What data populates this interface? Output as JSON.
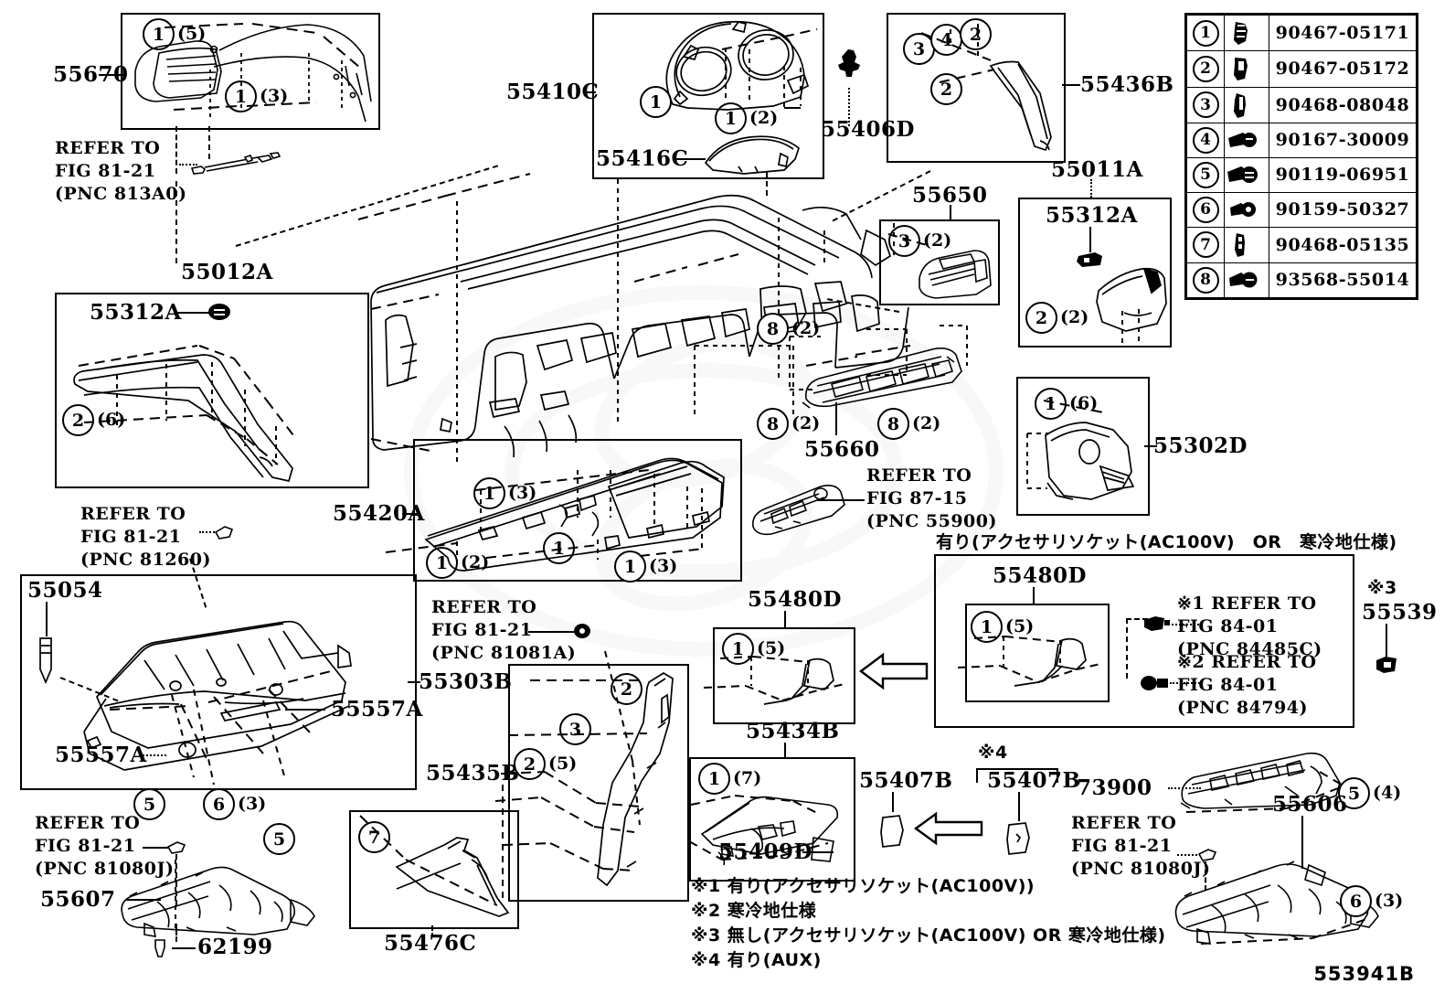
{
  "figure": {
    "number": "553941B",
    "title": "Instrument Panel & Glove Compartment"
  },
  "legend": {
    "rows": [
      {
        "ref": "1",
        "icon": "clip-icon",
        "part_no": "90467-05171"
      },
      {
        "ref": "2",
        "icon": "clip-icon",
        "part_no": "90467-05172"
      },
      {
        "ref": "3",
        "icon": "clip-icon",
        "part_no": "90468-08048"
      },
      {
        "ref": "4",
        "icon": "screw-icon",
        "part_no": "90167-30009"
      },
      {
        "ref": "5",
        "icon": "screw-icon",
        "part_no": "90119-06951"
      },
      {
        "ref": "6",
        "icon": "screw-icon",
        "part_no": "90159-50327"
      },
      {
        "ref": "7",
        "icon": "clip-icon",
        "part_no": "90468-05135"
      },
      {
        "ref": "8",
        "icon": "screw-icon",
        "part_no": "93568-55014"
      }
    ]
  },
  "parts": {
    "p55670": "55670",
    "p55012A": "55012A",
    "p55312A_left": "55312A",
    "p55410C": "55410C",
    "p55416C": "55416C",
    "p55406D": "55406D",
    "p55436B": "55436B",
    "p55650": "55650",
    "p55011A": "55011A",
    "p55312A_right": "55312A",
    "p55660": "55660",
    "p55302D": "55302D",
    "p55420A": "55420A",
    "p55054": "55054",
    "p55557A_a": "55557A",
    "p55557A_b": "55557A",
    "p55607": "55607",
    "p62199": "62199",
    "p55303B": "55303B",
    "p55435B": "55435B",
    "p55476C": "55476C",
    "p55480D_left": "55480D",
    "p55434B": "55434B",
    "p55409D": "55409D",
    "p55407B_a": "55407B",
    "p55407B_b": "55407B",
    "p55480D_right": "55480D",
    "p55539": "55539",
    "p73900": "73900",
    "p55606": "55606"
  },
  "refer_notes": {
    "r1": {
      "l1": "REFER TO",
      "l2": "FIG 81-21",
      "l3": "(PNC 813A0)"
    },
    "r2": {
      "l1": "REFER TO",
      "l2": "FIG 81-21",
      "l3": "(PNC 81260)"
    },
    "r3": {
      "l1": "REFER TO",
      "l2": "FIG 81-21",
      "l3": "(PNC 81080J)"
    },
    "r4": {
      "l1": "REFER TO",
      "l2": "FIG 81-21",
      "l3": "(PNC 81081A)"
    },
    "r5": {
      "l1": "REFER TO",
      "l2": "FIG 87-15",
      "l3": "(PNC 55900)"
    },
    "r6": {
      "l1": "REFER TO",
      "l2": "FIG 81-21",
      "l3": "(PNC 81080J)"
    },
    "r7": {
      "mark": "※1 REFER TO",
      "l2": "FIG 84-01",
      "l3": "(PNC 84485C)"
    },
    "r8": {
      "mark": "※2 REFER TO",
      "l2": "FIG 84-01",
      "l3": "(PNC 84794)"
    }
  },
  "japanese": {
    "box_caption": "有り(アクセサリソケット(AC100V)　OR　寒冷地仕様)",
    "notes": [
      "※1 有り(アクセサリソケット(AC100V))",
      "※2 寒冷地仕様",
      "※3 無し(アクセサリソケット(AC100V) OR 寒冷地仕様)",
      "※4 有り(AUX)"
    ],
    "mark3": "※3",
    "mark4": "※4"
  },
  "callouts": [
    {
      "id": "c1",
      "ref": "1",
      "qty": "(5)"
    },
    {
      "id": "c2",
      "ref": "1",
      "qty": "(3)"
    },
    {
      "id": "c3",
      "ref": "2",
      "qty": "(6)"
    },
    {
      "id": "c4",
      "ref": "1",
      "qty": ""
    },
    {
      "id": "c5",
      "ref": "1",
      "qty": "(2)"
    },
    {
      "id": "c6",
      "ref": "3",
      "qty": ""
    },
    {
      "id": "c7",
      "ref": "4",
      "qty": ""
    },
    {
      "id": "c8",
      "ref": "2",
      "qty": ""
    },
    {
      "id": "c9",
      "ref": "2",
      "qty": ""
    },
    {
      "id": "c10",
      "ref": "3",
      "qty": "(2)"
    },
    {
      "id": "c11",
      "ref": "2",
      "qty": "(2)"
    },
    {
      "id": "c12",
      "ref": "8",
      "qty": "(2)"
    },
    {
      "id": "c13",
      "ref": "8",
      "qty": "(2)"
    },
    {
      "id": "c14",
      "ref": "8",
      "qty": "(2)"
    },
    {
      "id": "c15",
      "ref": "1",
      "qty": "(6)"
    },
    {
      "id": "c16",
      "ref": "1",
      "qty": "(3)"
    },
    {
      "id": "c17",
      "ref": "1",
      "qty": ""
    },
    {
      "id": "c18",
      "ref": "1",
      "qty": "(2)"
    },
    {
      "id": "c19",
      "ref": "1",
      "qty": "(3)"
    },
    {
      "id": "c20",
      "ref": "5",
      "qty": ""
    },
    {
      "id": "c21",
      "ref": "6",
      "qty": "(3)"
    },
    {
      "id": "c22",
      "ref": "5",
      "qty": ""
    },
    {
      "id": "c23",
      "ref": "7",
      "qty": ""
    },
    {
      "id": "c24",
      "ref": "2",
      "qty": ""
    },
    {
      "id": "c25",
      "ref": "3",
      "qty": ""
    },
    {
      "id": "c26",
      "ref": "2",
      "qty": "(5)"
    },
    {
      "id": "c27",
      "ref": "1",
      "qty": "(5)"
    },
    {
      "id": "c28",
      "ref": "1",
      "qty": "(7)"
    },
    {
      "id": "c29",
      "ref": "1",
      "qty": "(5)"
    },
    {
      "id": "c30",
      "ref": "5",
      "qty": "(4)"
    },
    {
      "id": "c31",
      "ref": "6",
      "qty": "(3)"
    }
  ]
}
